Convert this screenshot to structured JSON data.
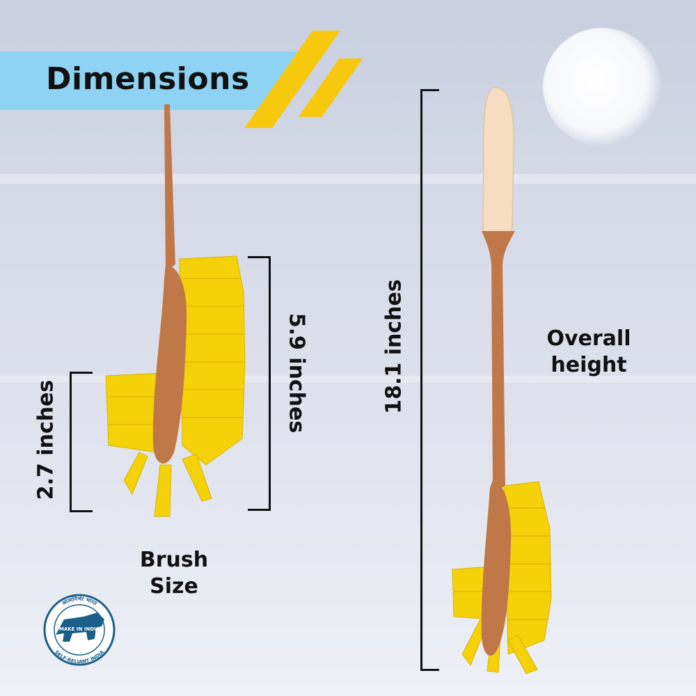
{
  "title": "Dimensions",
  "dimensions": {
    "brush_width": "2.7 inches",
    "brush_length": "5.9 inches",
    "overall": "18.1 inches"
  },
  "labels": {
    "brush_size_line1": "Brush",
    "brush_size_line2": "Size",
    "overall_line1": "Overall",
    "overall_line2": "height"
  },
  "badge": {
    "top_text": "आत्मनिर्भर भारत",
    "center_text": "MAKE IN INDIA",
    "bottom_text": "SELF-RELIANT INDIA"
  },
  "colors": {
    "banner": "#8fd3f4",
    "accent_stripes": "#f6c90e",
    "bristles": "#f5d10a",
    "handle": "#c07848",
    "grip": "#f6dcc0",
    "badge": "#1a5e8a"
  }
}
